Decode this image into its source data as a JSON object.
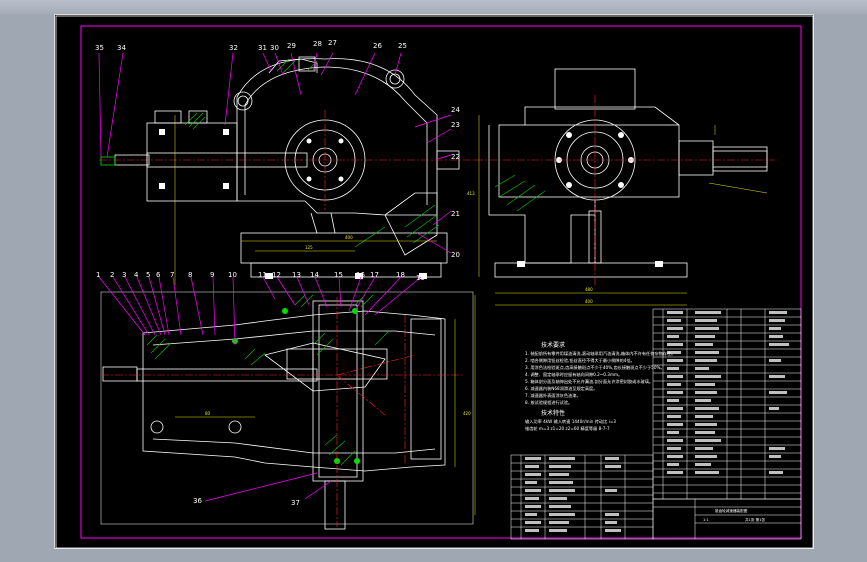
{
  "colors": {
    "background": "#000000",
    "frame": "#ff00ff",
    "outline": "#ffffff",
    "hatch": "#00c800",
    "leader": "#ff00ff",
    "centerline": "#ff2020",
    "dimension": "#e8e800",
    "part": "#00e000"
  },
  "callouts_top": [
    "35",
    "34",
    "32",
    "31",
    "30",
    "29",
    "28",
    "27",
    "26",
    "25",
    "24",
    "23",
    "22",
    "21",
    "20"
  ],
  "callouts_bottom": [
    "1",
    "2",
    "3",
    "4",
    "5",
    "6",
    "7",
    "8",
    "9",
    "10",
    "11",
    "12",
    "13",
    "14",
    "15",
    "16",
    "17",
    "18",
    "19"
  ],
  "callouts_lower": [
    "36",
    "37"
  ],
  "dimensions": {
    "front_dim_1": "400",
    "front_dim_2": "125",
    "side_width": "480",
    "side_base": "400",
    "side_height": "413",
    "plan_height": "420",
    "plan_dim": "80"
  },
  "notes": {
    "title": "技术要求",
    "lines": [
      "1. 装配前所有零件用煤油清洗,滚动轴承用汽油清洗,箱体内不许有任何杂物存在。",
      "2. 啮合侧隙用铅丝检验,铅丝直径不得大于最小侧隙的4倍。",
      "3. 用涂色法检验斑点,齿高接触斑点不少于40%,齿长接触斑点不少于50%。",
      "4. 调整、固定轴承时应留有轴向间隙0.2~0.3mm。",
      "5. 箱体剖分面及轴伸出处不允许漏油,剖分面允许涂密封胶或水玻璃。",
      "6. 减速器内装N68润滑油至规定高度。",
      "7. 减速器外表面涂灰色油漆。",
      "8. 按试验规程进行试验。"
    ],
    "specs_title": "技术特性",
    "specs": [
      "输入功率 4kW   输入转速 1440r/min   传动比 i=3",
      "锥齿轮 m=3  z1=20  z2=60   精度等级 8-7-7"
    ]
  },
  "title_block": {
    "drawing_title": "锥齿轮减速器装配图",
    "scale": "1:1",
    "sheet": "共1张 第1张"
  }
}
